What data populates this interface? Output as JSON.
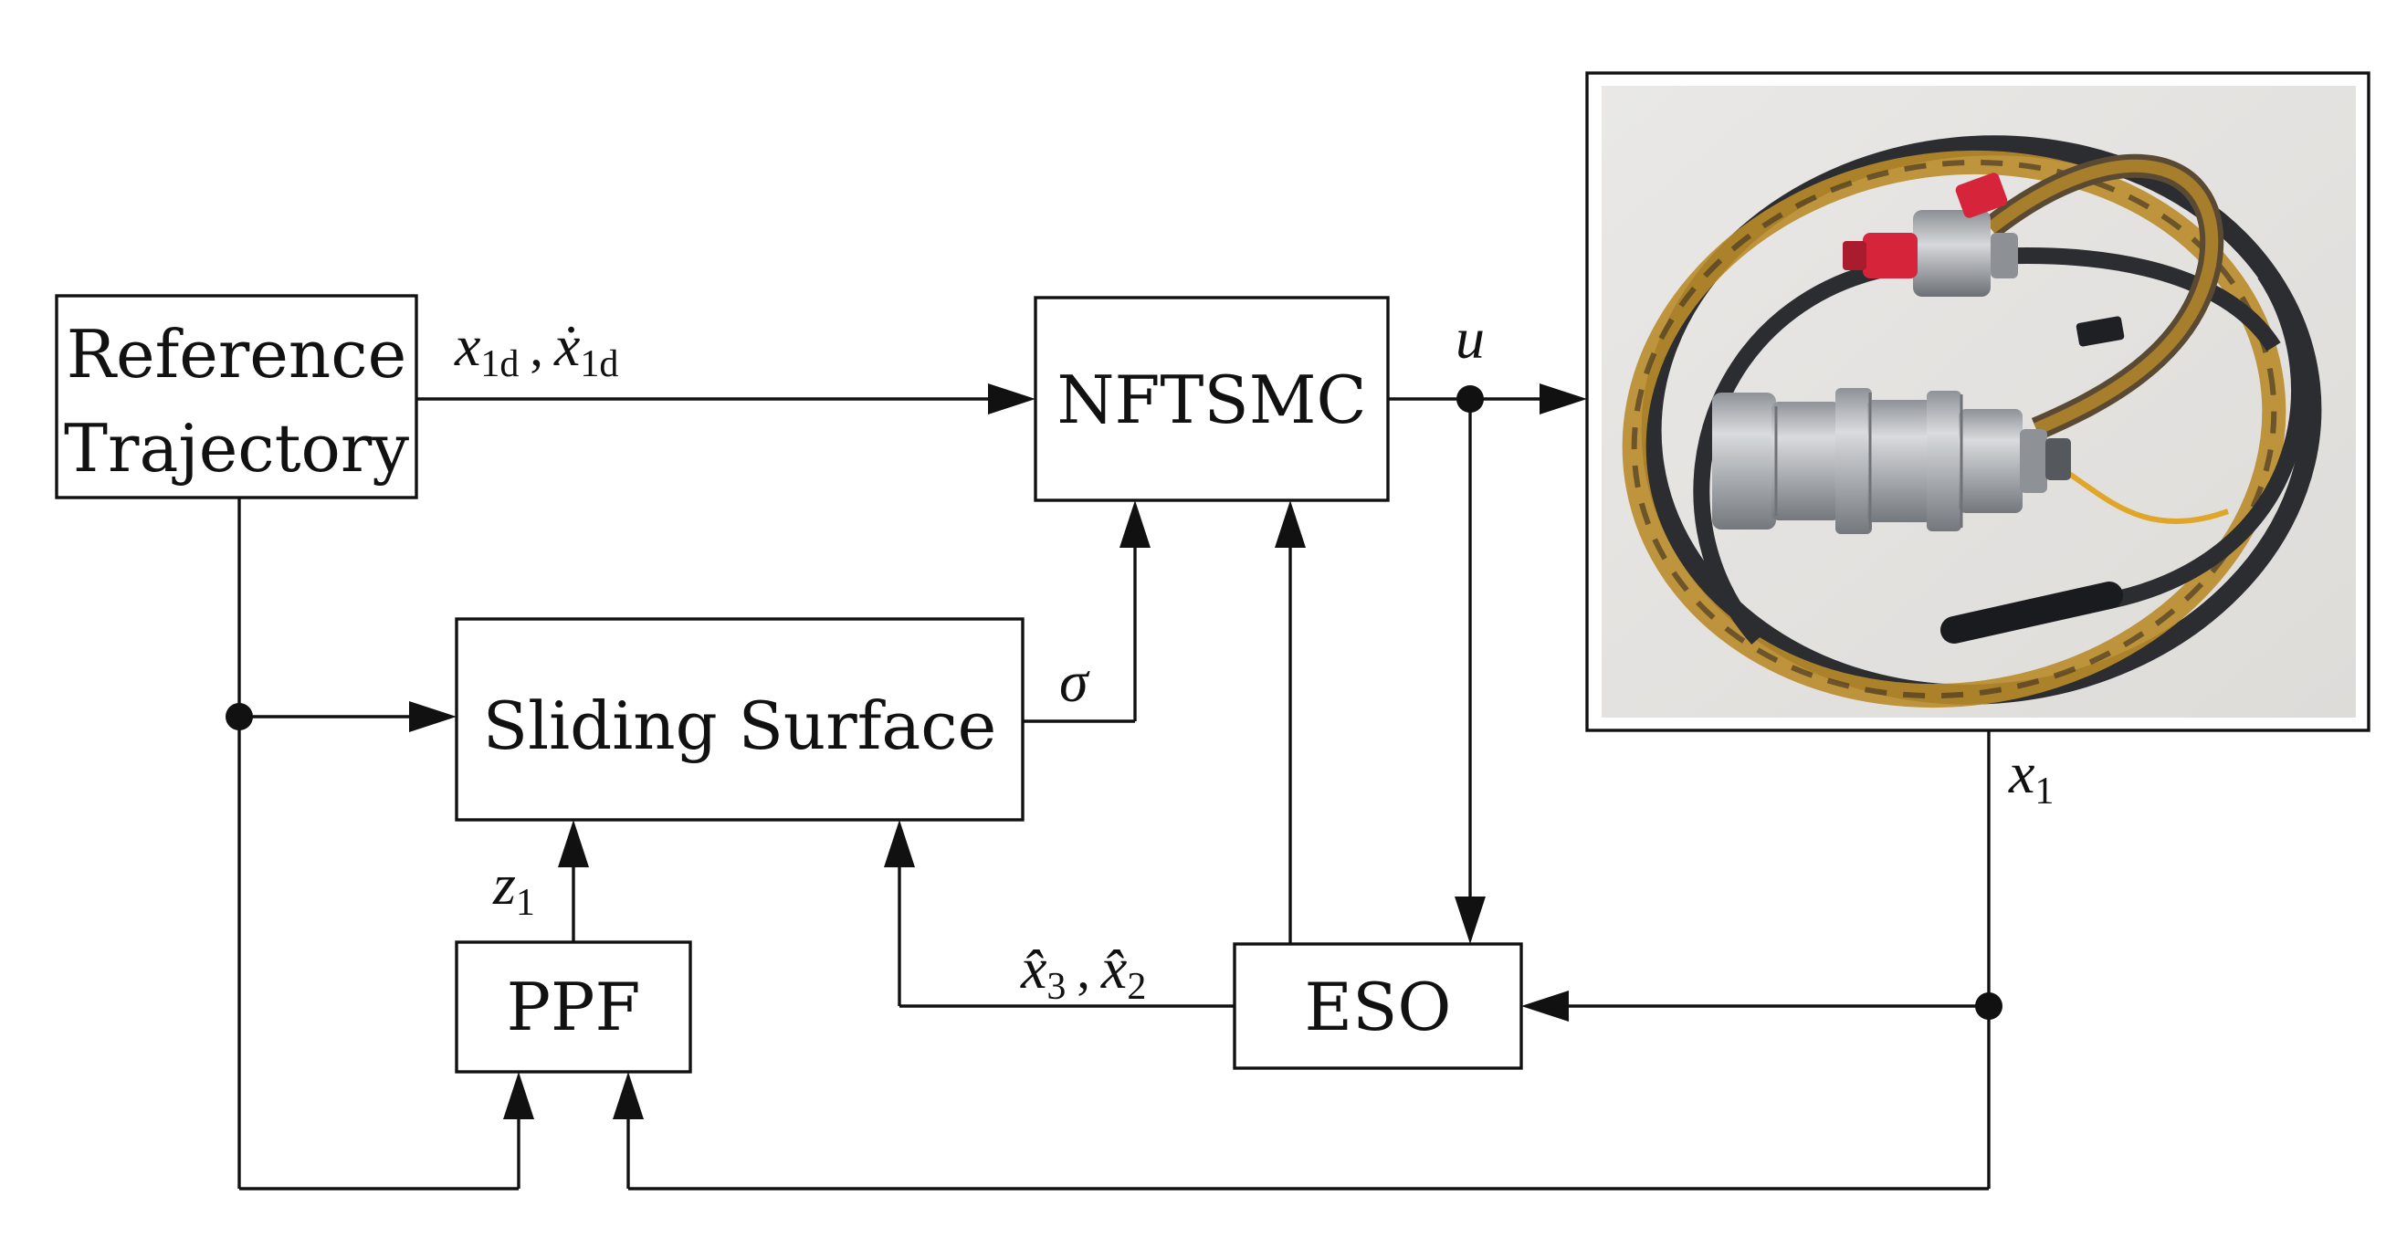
{
  "blocks": {
    "reference": {
      "line1": "Reference",
      "line2": "Trajectory"
    },
    "nftsmc": {
      "label": "NFTSMC"
    },
    "sliding": {
      "label": "Sliding Surface"
    },
    "ppf": {
      "label": "PPF"
    },
    "eso": {
      "label": "ESO"
    }
  },
  "signals": {
    "ref_out": {
      "a_base": "x",
      "a_sub": "1d",
      "sep": ",",
      "b_base": "ẋ",
      "b_sub": "1d"
    },
    "control": {
      "label": "u"
    },
    "sigma": {
      "label": "σ"
    },
    "z1": {
      "base": "z",
      "sub": "1"
    },
    "eso_out": {
      "a_base": "x̂",
      "a_sub": "3",
      "sep": ",",
      "b_base": "x̂",
      "b_sub": "2"
    },
    "x1": {
      "base": "x",
      "sub": "1"
    }
  },
  "colors": {
    "line": "#111111",
    "photo_bg": "#e6e5e3",
    "cable_dark": "#2b2d31",
    "cable_amber": "#b98b2a",
    "metal": "#b7b9bc",
    "metal_dark": "#6f7378",
    "cap_red": "#d6253a"
  }
}
